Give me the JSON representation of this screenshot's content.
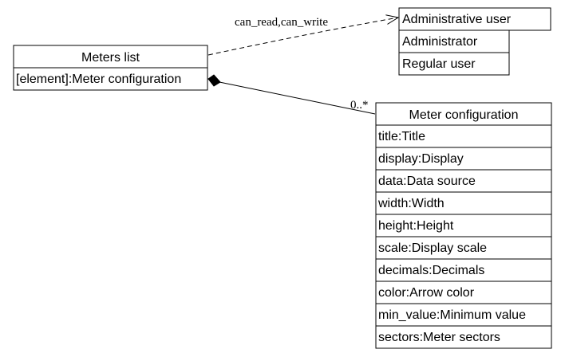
{
  "diagram": {
    "meters_list": {
      "title": "Meters list",
      "rows": [
        "[element]:Meter configuration"
      ]
    },
    "user_roles": {
      "rows": [
        "Administrative user",
        "Administrator",
        "Regular user"
      ]
    },
    "meter_configuration": {
      "title": "Meter configuration",
      "rows": [
        "title:Title",
        "display:Display",
        "data:Data source",
        "width:Width",
        "height:Height",
        "scale:Display scale",
        "decimals:Decimals",
        "color:Arrow color",
        "min_value:Minimum value",
        "sectors:Meter sectors"
      ]
    },
    "edges": {
      "access": {
        "label": "can_read,can_write"
      },
      "composition": {
        "multiplicity": "0..*"
      }
    }
  }
}
